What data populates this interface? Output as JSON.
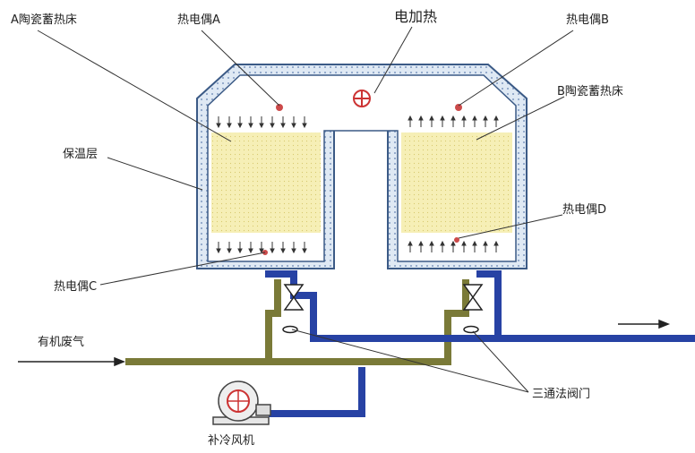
{
  "labels": {
    "bed_a": "A陶瓷蓄热床",
    "thermocouple_a": "热电偶A",
    "electric_heating": "电加热",
    "thermocouple_b": "热电偶B",
    "bed_b": "B陶瓷蓄热床",
    "insulation": "保温层",
    "thermocouple_d": "热电偶D",
    "thermocouple_c": "热电偶C",
    "organic_exhaust": "有机废气",
    "three_way_valve": "三通法阀门",
    "cooling_fan": "补冷风机"
  },
  "colors": {
    "insulation_fill": "#dfe9f4",
    "insulation_stroke": "#3b5a86",
    "bed_fill": "#f6efb6",
    "organic_pipe": "#7a7a38",
    "clean_pipe": "#2742a4",
    "thermocouple_dot": "#cc4a4a",
    "text": "#222222"
  }
}
